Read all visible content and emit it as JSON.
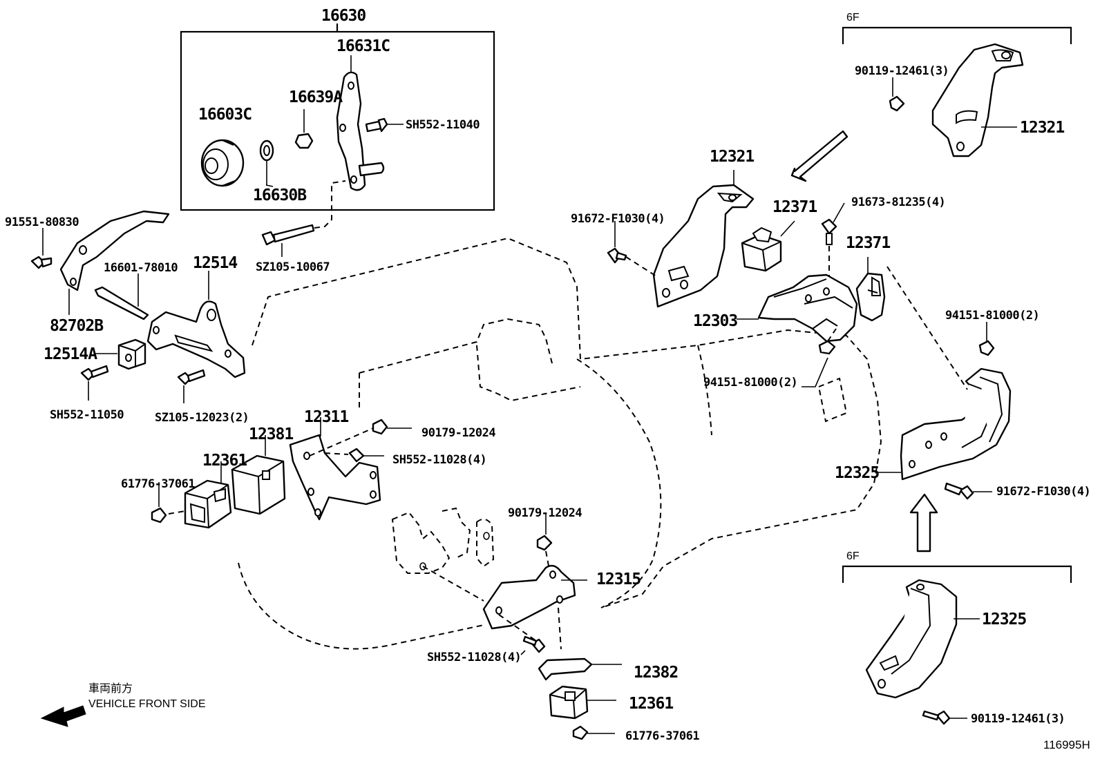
{
  "labels": {
    "p16630": "16630",
    "p16631C": "16631C",
    "p16639A": "16639A",
    "p16603C": "16603C",
    "p16630B": "16630B",
    "sh552_11040": "SH552-11040",
    "sz105_10067": "SZ105-10067",
    "p91551_80830": "91551-80830",
    "p82702B": "82702B",
    "p16601_78010": "16601-78010",
    "p12514": "12514",
    "p12514A": "12514A",
    "sh552_11050": "SH552-11050",
    "sz105_12023": "SZ105-12023(2)",
    "p12311": "12311",
    "p12381": "12381",
    "p12361_left": "12361",
    "p61776_left": "61776-37061",
    "p90179_top": "90179-12024",
    "sh552_11028_top": "SH552-11028(4)",
    "p90179_mid": "90179-12024",
    "p12315": "12315",
    "sh552_11028_bottom": "SH552-11028(4)",
    "p12382": "12382",
    "p12361_bottom": "12361",
    "p61776_bottom": "61776-37061",
    "p6F_top": "6F",
    "p6F_bottom": "6F",
    "p90119_top": "90119-12461(3)",
    "p12321_top": "12321",
    "p12321_mid": "12321",
    "p12371_a": "12371",
    "p91673": "91673-81235(4)",
    "p12371_b": "12371",
    "p91672_top": "91672-F1030(4)",
    "p12303": "12303",
    "p94151_right": "94151-81000(2)",
    "p94151_center": "94151-81000(2)",
    "p12325_mid": "12325",
    "p91672_right": "91672-F1030(4)",
    "p12325_bottom": "12325",
    "p90119_bottom": "90119-12461(3)"
  },
  "legend": {
    "japanese": "車両前方",
    "english": "VEHICLE FRONT SIDE"
  },
  "catalog_number": "116995H",
  "icons": [
    "front-direction-arrow-icon",
    "view-direction-arrow-icon"
  ]
}
